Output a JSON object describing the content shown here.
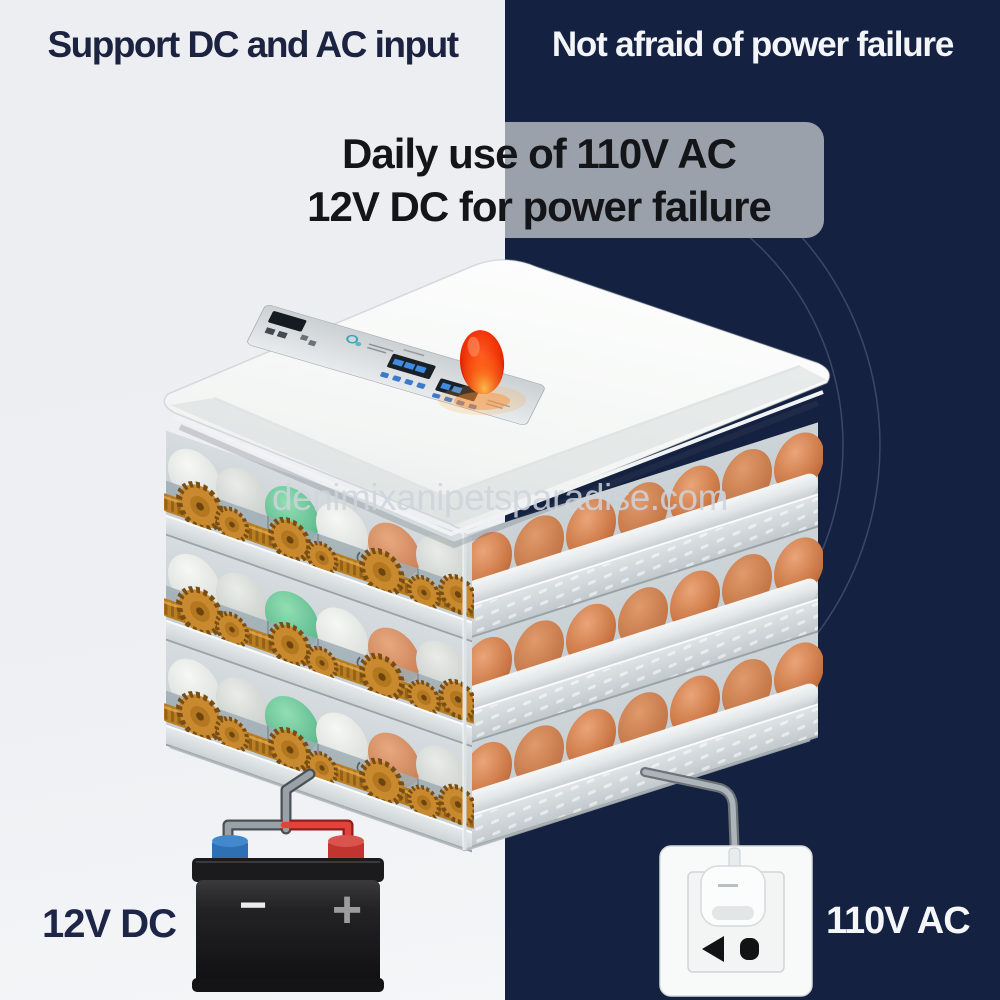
{
  "header": {
    "left_title": "Support DC and AC input",
    "right_title": "Not afraid of power failure"
  },
  "banner": {
    "line1": "Daily use of 110V AC",
    "line2": "12V DC for power failure"
  },
  "watermark": {
    "text": "denimixanipetsparadise.com"
  },
  "power_labels": {
    "dc": "12V DC",
    "ac": "110V AC"
  },
  "battery": {
    "minus_symbol": "−",
    "plus_symbol": "+"
  },
  "illustration": {
    "icons": [
      "incubator-illustration",
      "control-panel",
      "indicator-egg-lamp",
      "egg-turner-gears",
      "egg-rows",
      "battery-icon",
      "wall-outlet-icon",
      "power-plug",
      "dc-wires",
      "ac-cable",
      "decorative-arcs"
    ]
  },
  "colors": {
    "background_light": "#EDEFF2",
    "background_navy": "#152140",
    "banner_gray": "#9BA1AB",
    "title_dark": "#1B2340",
    "title_light": "#F3F5F8",
    "gear_orange": "#C8892F",
    "egg_brown": "#D2845C",
    "egg_green": "#6FCA9E",
    "wire_red": "#E2423A",
    "wire_gray": "#9AA2A8",
    "indicator_red": "#E21703"
  }
}
